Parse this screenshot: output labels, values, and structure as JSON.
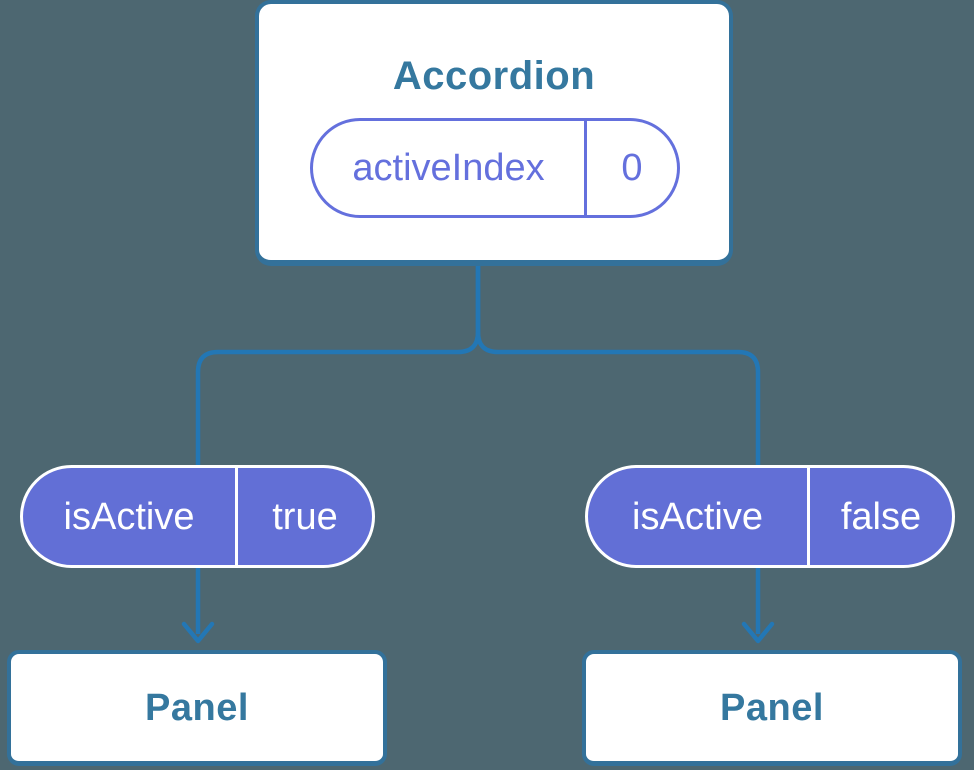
{
  "diagram_type": "component-tree",
  "colors": {
    "background": "#4D6771",
    "card_fill": "#FFFFFF",
    "card_border": "#33719A",
    "card_text": "#35789F",
    "connector_line": "#2377B5",
    "pill_fill": "#626FD6",
    "pill_outline": "#6470DD",
    "pill_text_on_white": "#6470DD",
    "pill_text_on_fill": "#FFFFFF"
  },
  "accordion": {
    "title": "Accordion",
    "state_pill": {
      "label": "activeIndex",
      "value": "0"
    }
  },
  "panels": [
    {
      "title": "Panel",
      "prop_pill": {
        "label": "isActive",
        "value": "true"
      }
    },
    {
      "title": "Panel",
      "prop_pill": {
        "label": "isActive",
        "value": "false"
      }
    }
  ]
}
